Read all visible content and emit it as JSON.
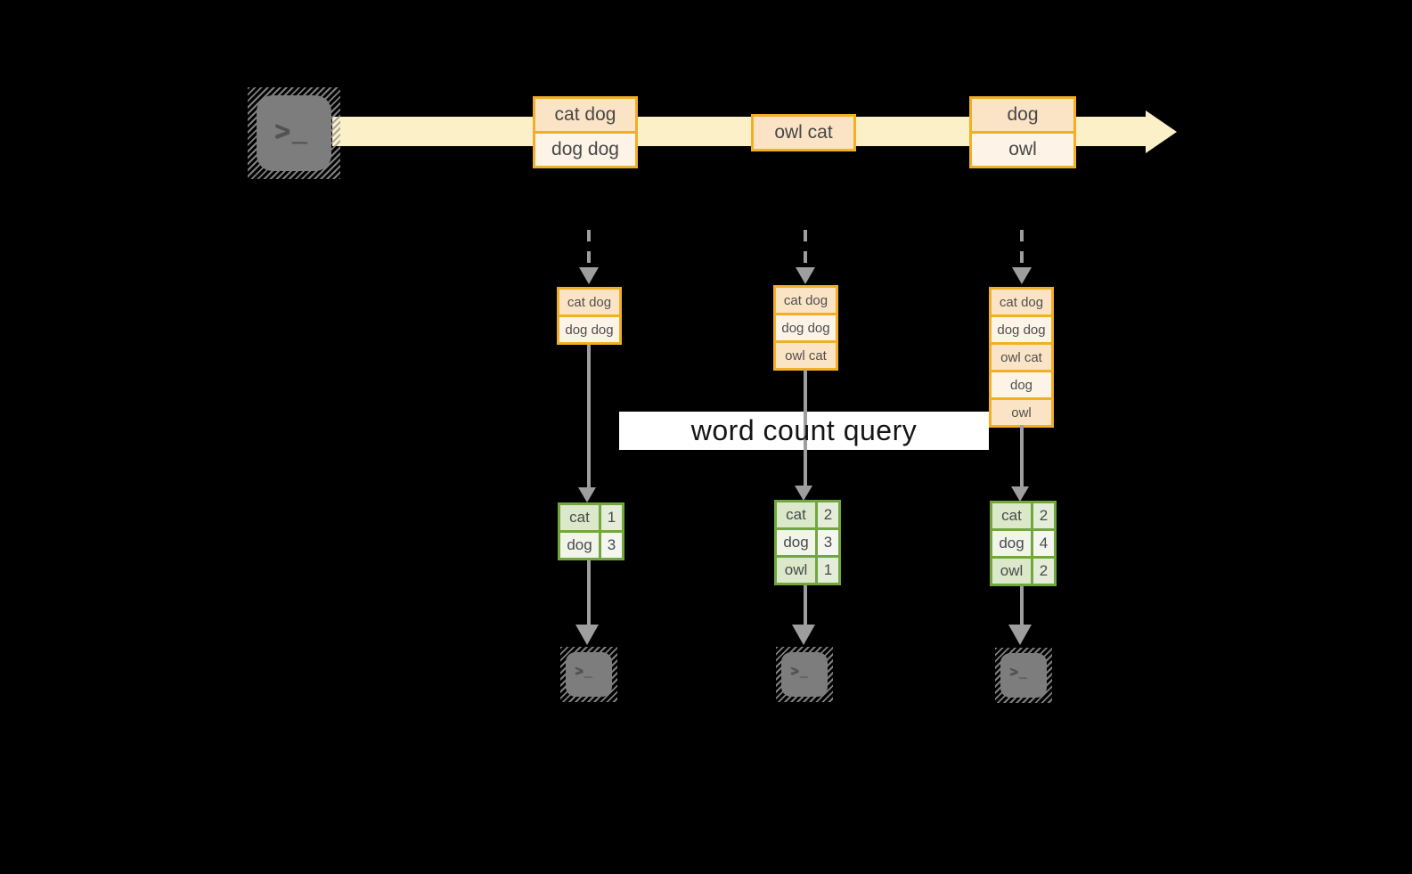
{
  "diagram": {
    "query_band": {
      "label": "word count query"
    },
    "terminal_glyph": ">_",
    "stream": {
      "events": [
        {
          "rows": [
            "cat dog",
            "dog dog"
          ]
        },
        {
          "rows": [
            "owl cat"
          ]
        },
        {
          "rows": [
            "dog",
            "owl"
          ]
        }
      ]
    },
    "columns": [
      {
        "buffer": [
          "cat dog",
          "dog dog"
        ],
        "counts": [
          {
            "word": "cat",
            "count": "1"
          },
          {
            "word": "dog",
            "count": "3"
          }
        ]
      },
      {
        "buffer": [
          "cat dog",
          "dog dog",
          "owl cat"
        ],
        "counts": [
          {
            "word": "cat",
            "count": "2"
          },
          {
            "word": "dog",
            "count": "3"
          },
          {
            "word": "owl",
            "count": "1"
          }
        ]
      },
      {
        "buffer": [
          "cat dog",
          "dog dog",
          "owl cat",
          "dog",
          "owl"
        ],
        "counts": [
          {
            "word": "cat",
            "count": "2"
          },
          {
            "word": "dog",
            "count": "4"
          },
          {
            "word": "owl",
            "count": "2"
          }
        ]
      }
    ],
    "colors": {
      "background": "#000000",
      "stream_band": "#FCF0C8",
      "orange_border": "#F0AF25",
      "peach_fill": "#FBE4C6",
      "light_peach_fill": "#FDF3E7",
      "green_border": "#72A63F",
      "green_fill_dark": "#DBE8CA",
      "green_fill_light": "#F0F4E9",
      "arrow_gray": "#9E9E9E",
      "terminal_gray": "#7D7D7D",
      "query_band_bg": "#FFFFFF"
    }
  }
}
